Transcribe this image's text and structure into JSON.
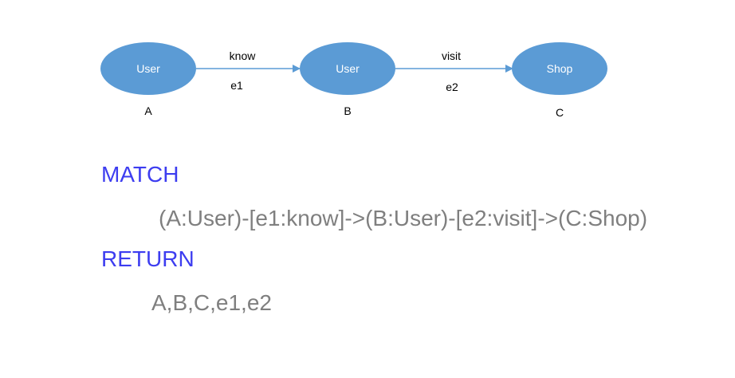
{
  "colors": {
    "node_fill": "#5b9bd5",
    "edge": "#5b9bd5",
    "keyword": "#3d3df0",
    "clause": "#7f7f7f"
  },
  "graph": {
    "nodes": [
      {
        "id": "A",
        "label": "User",
        "caption": "A"
      },
      {
        "id": "B",
        "label": "User",
        "caption": "B"
      },
      {
        "id": "C",
        "label": "Shop",
        "caption": "C"
      }
    ],
    "edges": [
      {
        "from": "A",
        "to": "B",
        "label": "know",
        "id_label": "e1"
      },
      {
        "from": "B",
        "to": "C",
        "label": "visit",
        "id_label": "e2"
      }
    ]
  },
  "query": {
    "match_keyword": "MATCH",
    "match_pattern": "(A:User)-[e1:know]->(B:User)-[e2:visit]->(C:Shop)",
    "return_keyword": "RETURN",
    "return_items": "A,B,C,e1,e2"
  }
}
